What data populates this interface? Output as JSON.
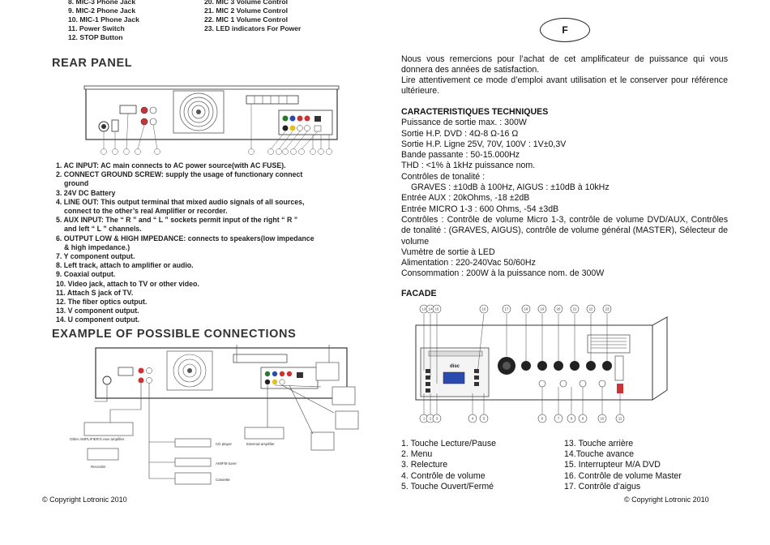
{
  "left": {
    "top_list_col1": [
      "8. MIC-3 Phone Jack",
      "9. MIC-2 Phone Jack",
      "10. MIC-1 Phone Jack",
      "11. Power Switch",
      "12. STOP Button"
    ],
    "top_list_col2": [
      "20. MIC 3 Volume Control",
      "21. MIC 2 Volume Control",
      "22. MIC 1 Volume Control",
      "23. LED indicators For Power"
    ],
    "rear_heading": "REAR PANEL",
    "rear_items": [
      {
        "text": "1. AC INPUT: AC main connects to AC power source(with AC FUSE).",
        "cont": ""
      },
      {
        "text": "2. CONNECT GROUND SCREW: supply the usage of functionary connect",
        "cont": "ground"
      },
      {
        "text": "3. 24V DC Battery",
        "cont": ""
      },
      {
        "text": "4. LINE OUT: This output terminal that mixed audio signals of all sources,",
        "cont": "connect to the other’s real Amplifier or recorder."
      },
      {
        "text": "5. AUX INPUT: The “ R ” and “ L ” sockets permit input of the right “ R ”",
        "cont": "and left “ L ” channels."
      },
      {
        "text": "6. OUTPUT LOW & HIGH IMPEDANCE: connects to speakers(low impedance",
        "cont": "& high impedance.)"
      },
      {
        "text": "7. Y component output.",
        "cont": ""
      },
      {
        "text": "8. Left track, attach to amplifier or audio.",
        "cont": ""
      },
      {
        "text": "9. Coaxial output.",
        "cont": ""
      },
      {
        "text": "10. Video jack, attach to TV or other video.",
        "cont": ""
      },
      {
        "text": "11. Attach S jack of TV.",
        "cont": ""
      },
      {
        "text": "12. The fiber optics output.",
        "cont": ""
      },
      {
        "text": "13. V component output.",
        "cont": ""
      },
      {
        "text": "14. U component output.",
        "cont": ""
      }
    ],
    "example_heading": "EXAMPLE OF POSSIBLE CONNECTIONS",
    "copyright": "© Copyright Lotronic 2010"
  },
  "right": {
    "lang": "F",
    "intro": [
      "Nous vous remercions pour l’achat de cet amplificateur de puissance qui vous donnera des années de satisfaction.",
      "Lire attentivement ce mode d’emploi avant utilisation et le conserver pour référence ultérieure."
    ],
    "specs_title": "CARACTERISTIQUES TECHNIQUES",
    "specs": [
      "Puissance de sortie max. : 300W",
      "Sortie H.P. DVD : 4Ω-8 Ω-16 Ω",
      "Sortie H.P. Ligne 25V, 70V, 100V : 1V±0,3V",
      "Bande passante : 50-15.000Hz",
      "THD : <1% à 1kHz puissance nom.",
      "Contrôles de tonalité :"
    ],
    "specs_indent": "GRAVES : ±10dB à 100Hz, AIGUS : ±10dB à 10kHz",
    "specs2": [
      "Entrée AUX : 20kOhms, -18 ±2dB",
      "Entrée MICRO 1-3 : 600 Ohms, -54 ±3dB",
      "Contrôles : Contrôle de volume Micro 1-3, contrôle de volume DVD/AUX, Contrôles de tonalité : (GRAVES, AIGUS), contrôle de volume général (MASTER), Sélecteur de volume",
      "Vumètre de sortie à LED",
      "Alimentation : 220-240Vac 50/60Hz",
      "Consommation : 200W à la puissance nom. de 300W"
    ],
    "facade_title": "FACADE",
    "legend_col1": [
      "1. Touche Lecture/Pause",
      "2. Menu",
      "3. Relecture",
      "4. Contrôle de volume",
      "5. Touche Ouvert/Fermé"
    ],
    "legend_col2": [
      "13. Touche arrière",
      "14.Touche avance",
      "15. Interrupteur M/A DVD",
      "16. Contrôle de volume Master",
      "17. Contrôle d’aigus"
    ],
    "copyright": "© Copyright Lotronic 2010"
  },
  "diagram_labels": {
    "rear_callouts": [
      "1",
      "2",
      "3",
      "4",
      "5",
      "6",
      "7",
      "8",
      "9",
      "10",
      "11",
      "12",
      "13",
      "14"
    ],
    "facade_top_callouts": [
      "13",
      "14",
      "15",
      "16",
      "17",
      "18",
      "19",
      "20",
      "21",
      "22",
      "23"
    ],
    "facade_bottom_callouts": [
      "1",
      "2",
      "3",
      "4",
      "5",
      "6",
      "7",
      "8",
      "9",
      "10",
      "11"
    ],
    "example_labels": [
      "Other AMPLIFIER'S rear amplifier",
      "Recorder",
      "CD player",
      "AM/FM tuner",
      "Cassette",
      "External amplifier"
    ],
    "disc_label": "disc"
  }
}
